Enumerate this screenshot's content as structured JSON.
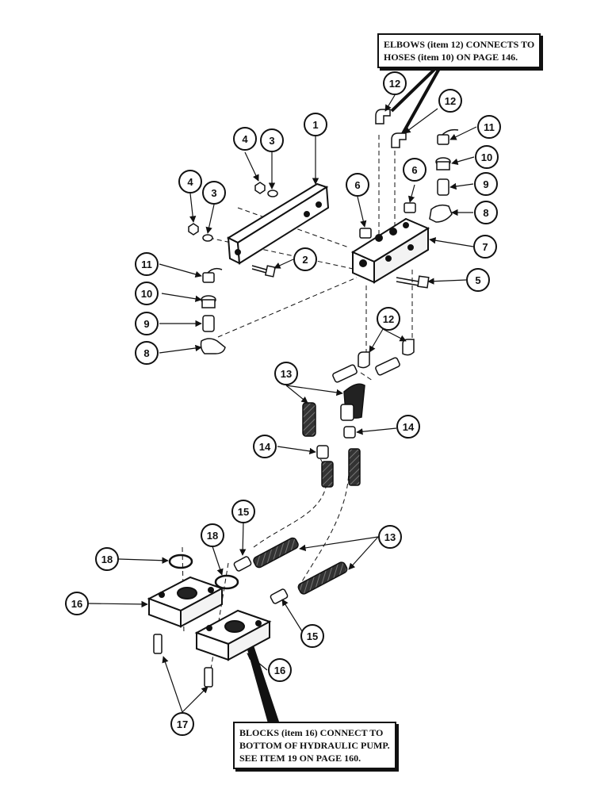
{
  "note_top": {
    "lines": [
      "ELBOWS (item 12) CONNECTS TO",
      "HOSES (item 10) ON PAGE 146."
    ]
  },
  "note_bottom": {
    "lines": [
      "BLOCKS (item 16) CONNECT TO",
      "BOTTOM OF HYDRAULIC PUMP.",
      "SEE ITEM 19 ON PAGE 160."
    ]
  },
  "callouts": [
    {
      "id": "c1",
      "label": "1"
    },
    {
      "id": "c3a",
      "label": "3"
    },
    {
      "id": "c4a",
      "label": "4"
    },
    {
      "id": "c4b",
      "label": "4"
    },
    {
      "id": "c3b",
      "label": "3"
    },
    {
      "id": "c2",
      "label": "2"
    },
    {
      "id": "c11a",
      "label": "11"
    },
    {
      "id": "c10a",
      "label": "10"
    },
    {
      "id": "c9a",
      "label": "9"
    },
    {
      "id": "c8a",
      "label": "8"
    },
    {
      "id": "c6a",
      "label": "6"
    },
    {
      "id": "c6b",
      "label": "6"
    },
    {
      "id": "c7",
      "label": "7"
    },
    {
      "id": "c5",
      "label": "5"
    },
    {
      "id": "c12a",
      "label": "12"
    },
    {
      "id": "c12b",
      "label": "12"
    },
    {
      "id": "c11b",
      "label": "11"
    },
    {
      "id": "c10b",
      "label": "10"
    },
    {
      "id": "c9b",
      "label": "9"
    },
    {
      "id": "c8b",
      "label": "8"
    },
    {
      "id": "c12c",
      "label": "12"
    },
    {
      "id": "c13a",
      "label": "13"
    },
    {
      "id": "c14a",
      "label": "14"
    },
    {
      "id": "c14b",
      "label": "14"
    },
    {
      "id": "c15a",
      "label": "15"
    },
    {
      "id": "c13b",
      "label": "13"
    },
    {
      "id": "c18a",
      "label": "18"
    },
    {
      "id": "c18b",
      "label": "18"
    },
    {
      "id": "c16a",
      "label": "16"
    },
    {
      "id": "c15b",
      "label": "15"
    },
    {
      "id": "c16b",
      "label": "16"
    },
    {
      "id": "c17",
      "label": "17"
    }
  ]
}
